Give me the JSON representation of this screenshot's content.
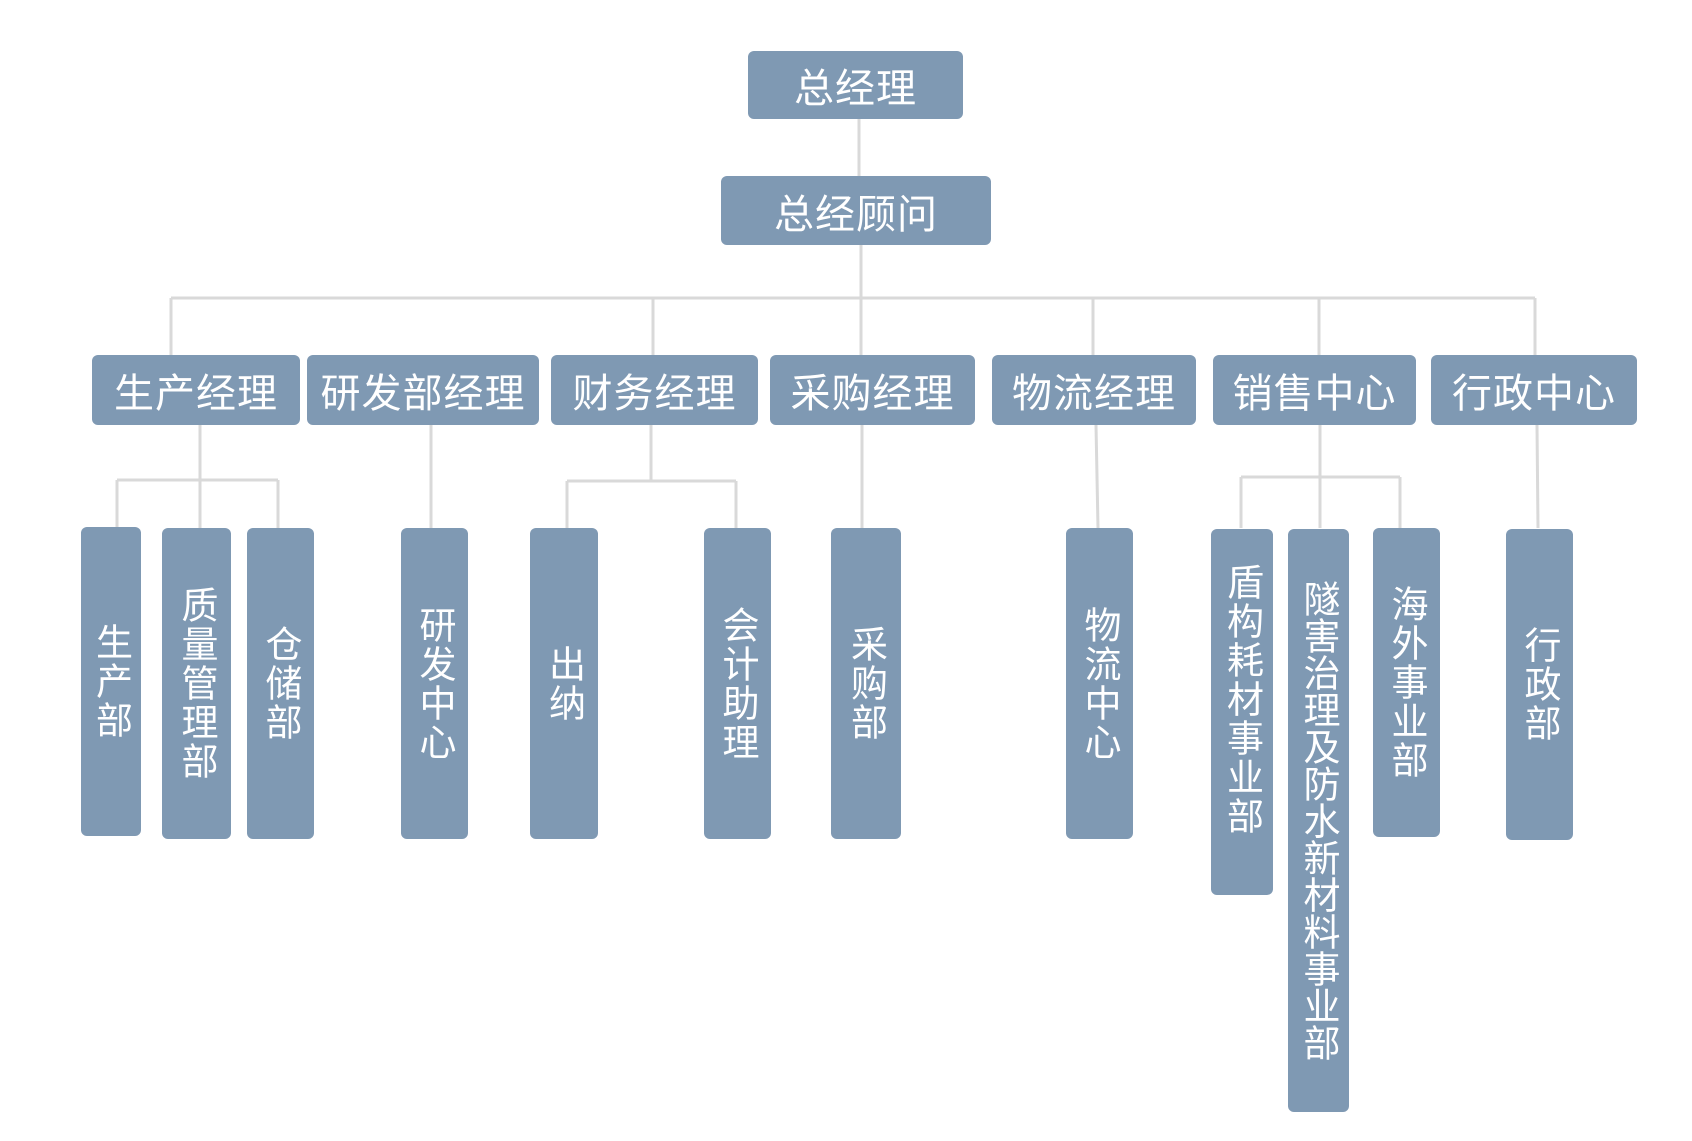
{
  "top": {
    "ceo": "总经理",
    "advisor": "总经顾问"
  },
  "managers": [
    "生产经理",
    "研发部经理",
    "财务经理",
    "采购经理",
    "物流经理",
    "销售中心",
    "行政中心"
  ],
  "departments": {
    "production": [
      "生产部",
      "质量管理部",
      "仓储部"
    ],
    "rnd": [
      "研发中心"
    ],
    "finance": [
      "出纳",
      "会计助理"
    ],
    "purchasing": [
      "采购部"
    ],
    "logistics": [
      "物流中心"
    ],
    "sales": [
      "盾构耗材事业部",
      "隧害治理及防水新材料事业部",
      "海外事业部"
    ],
    "admin": [
      "行政部"
    ]
  },
  "colors": {
    "box": "#7f99b3",
    "line": "#d9d9d9",
    "text": "#ffffff"
  }
}
